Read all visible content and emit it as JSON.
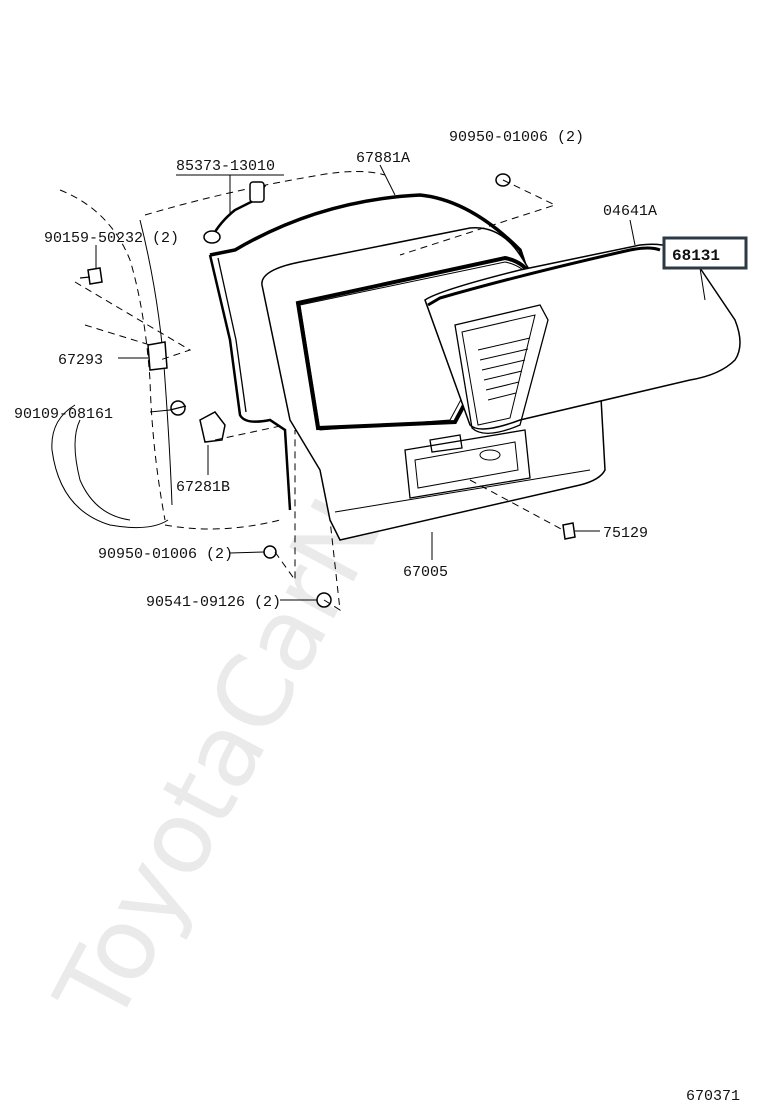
{
  "watermark": "ToyotaCarNet.ru",
  "diagram_id": "670371",
  "highlight_color": "#2b3a44",
  "parts": {
    "p85373": "85373-13010",
    "p67881A": "67881A",
    "p90950_top": "90950-01006 (2)",
    "p04641A": "04641A",
    "p68131": "68131",
    "p90159": "90159-50232 (2)",
    "p67293": "67293",
    "p90109": "90109-08161",
    "p67281B": "67281B",
    "p75129": "75129",
    "p90950_bottom": "90950-01006 (2)",
    "p67005": "67005",
    "p90541": "90541-09126 (2)"
  }
}
